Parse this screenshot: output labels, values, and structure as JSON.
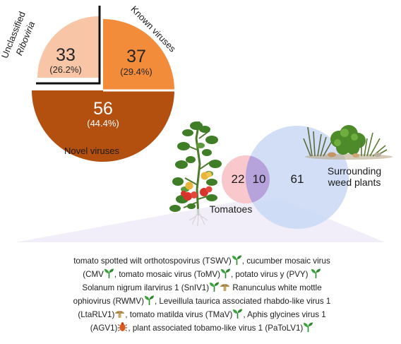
{
  "chart_data": {
    "type": "pie",
    "categories": [
      "Known viruses",
      "Novel viruses",
      "Unclassified Riboviria"
    ],
    "values": [
      37,
      56,
      33
    ],
    "percents": [
      "(29.4%)",
      "(44.4%)",
      "(26.2%)"
    ],
    "colors": [
      "#f28c3a",
      "#b4500f",
      "#f8c6a6"
    ]
  },
  "pie": {
    "known": {
      "label": "Known viruses",
      "value": "37",
      "percent": "(29.4%)"
    },
    "novel": {
      "label": "Novel viruses",
      "value": "56",
      "percent": "(44.4%)"
    },
    "unclassified": {
      "label_line1": "Unclassified",
      "label_line2": "Riboviria",
      "value": "33",
      "percent": "(26.2%)"
    }
  },
  "venn": {
    "tomato_only": "22",
    "shared": "10",
    "weed_only": "61",
    "tomatoes_label": "Tomatoes",
    "weeds_label_line1": "Surrounding",
    "weeds_label_line2": "weed plants",
    "colors": {
      "tomato": "#f7c2c8",
      "weed": "#c9d8f4",
      "overlap": "#b7a3dc"
    }
  },
  "virus_list": {
    "lines": [
      [
        {
          "t": "tomato spotted wilt orthotospovirus (TSWV)"
        },
        {
          "icon": "sprout-icon"
        },
        {
          "t": ", cucumber mosaic virus"
        }
      ],
      [
        {
          "t": "(CMV"
        },
        {
          "icon": "sprout-icon"
        },
        {
          "t": ", tomato mosaic virus (ToMV)"
        },
        {
          "icon": "sprout-icon"
        },
        {
          "t": ", potato virus y (PVY) "
        },
        {
          "icon": "sprout-icon"
        }
      ],
      [
        {
          "t": "Solanum nigrum ilarvirus 1 (SnIV1)"
        },
        {
          "icon": "sprout-icon"
        },
        {
          "icon": "mushroom-icon"
        },
        {
          "t": " Ranunculus white mottle"
        }
      ],
      [
        {
          "t": "ophiovirus (RWMV)"
        },
        {
          "icon": "sprout-icon"
        },
        {
          "t": ", Leveillula taurica associated rhabdo-like virus 1"
        }
      ],
      [
        {
          "t": "(LtaRLV1)"
        },
        {
          "icon": "mushroom-icon"
        },
        {
          "t": ", tomato matilda virus (TMaV)"
        },
        {
          "icon": "sprout-icon"
        },
        {
          "t": ",  Aphis glycines virus 1"
        }
      ],
      [
        {
          "t": "(AGV1)"
        },
        {
          "icon": "aphid-icon"
        },
        {
          "t": ", plant associated tobamo-like virus 1 (PaToLV1)"
        },
        {
          "icon": "sprout-icon"
        }
      ]
    ]
  }
}
